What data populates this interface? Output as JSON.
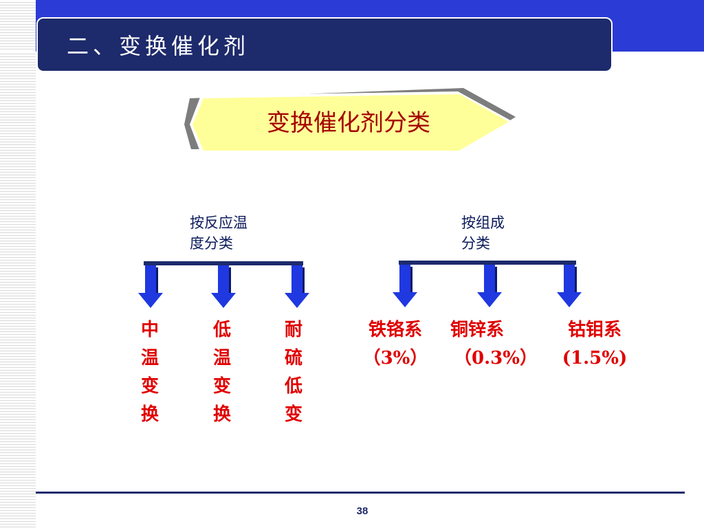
{
  "slide": {
    "title": "二、变换催化剂",
    "banner": "变换催化剂分类",
    "page_number": "38"
  },
  "branches": {
    "temperature": {
      "label_line1": "按反应温",
      "label_line2": "度分类",
      "items": [
        {
          "chars": [
            "中",
            "温",
            "变",
            "换"
          ]
        },
        {
          "chars": [
            "低",
            "温",
            "变",
            "换"
          ]
        },
        {
          "chars": [
            "耐",
            "硫",
            "低",
            "变"
          ]
        }
      ]
    },
    "composition": {
      "label_line1": "按组成",
      "label_line2": "分类",
      "items": [
        {
          "name": "铁铬系",
          "detail": "（3%）"
        },
        {
          "name": "铜锌系",
          "detail": "（0.3%）"
        },
        {
          "name": "钴钼系",
          "detail": "(1.5%)"
        }
      ]
    }
  },
  "colors": {
    "title_bar": "#1d2a6b",
    "top_band": "#2b3bd6",
    "banner_fill": "#ffff99",
    "banner_text": "#a50000",
    "arrow": "#1f38e0",
    "red_text": "#e00000"
  }
}
